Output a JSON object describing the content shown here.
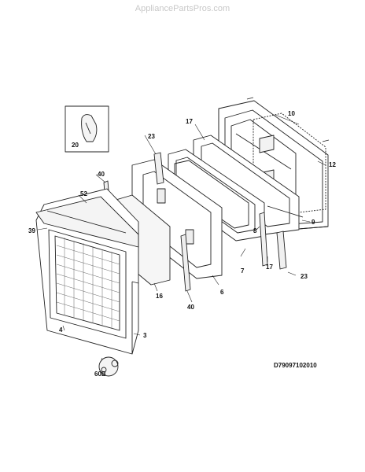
{
  "watermark": "AppliancePartsPros.com",
  "document_id": "D79097102010",
  "part_labels": {
    "p20": "20",
    "p10": "10",
    "p17a": "17",
    "p23a": "23",
    "p12": "12",
    "p40a": "40",
    "p52": "52",
    "p9": "9",
    "p39": "39",
    "p8": "8",
    "p7": "7",
    "p17b": "17",
    "p23b": "23",
    "p6": "6",
    "p16": "16",
    "p40b": "40",
    "p4": "4",
    "p3": "3",
    "p60b": "60B"
  }
}
